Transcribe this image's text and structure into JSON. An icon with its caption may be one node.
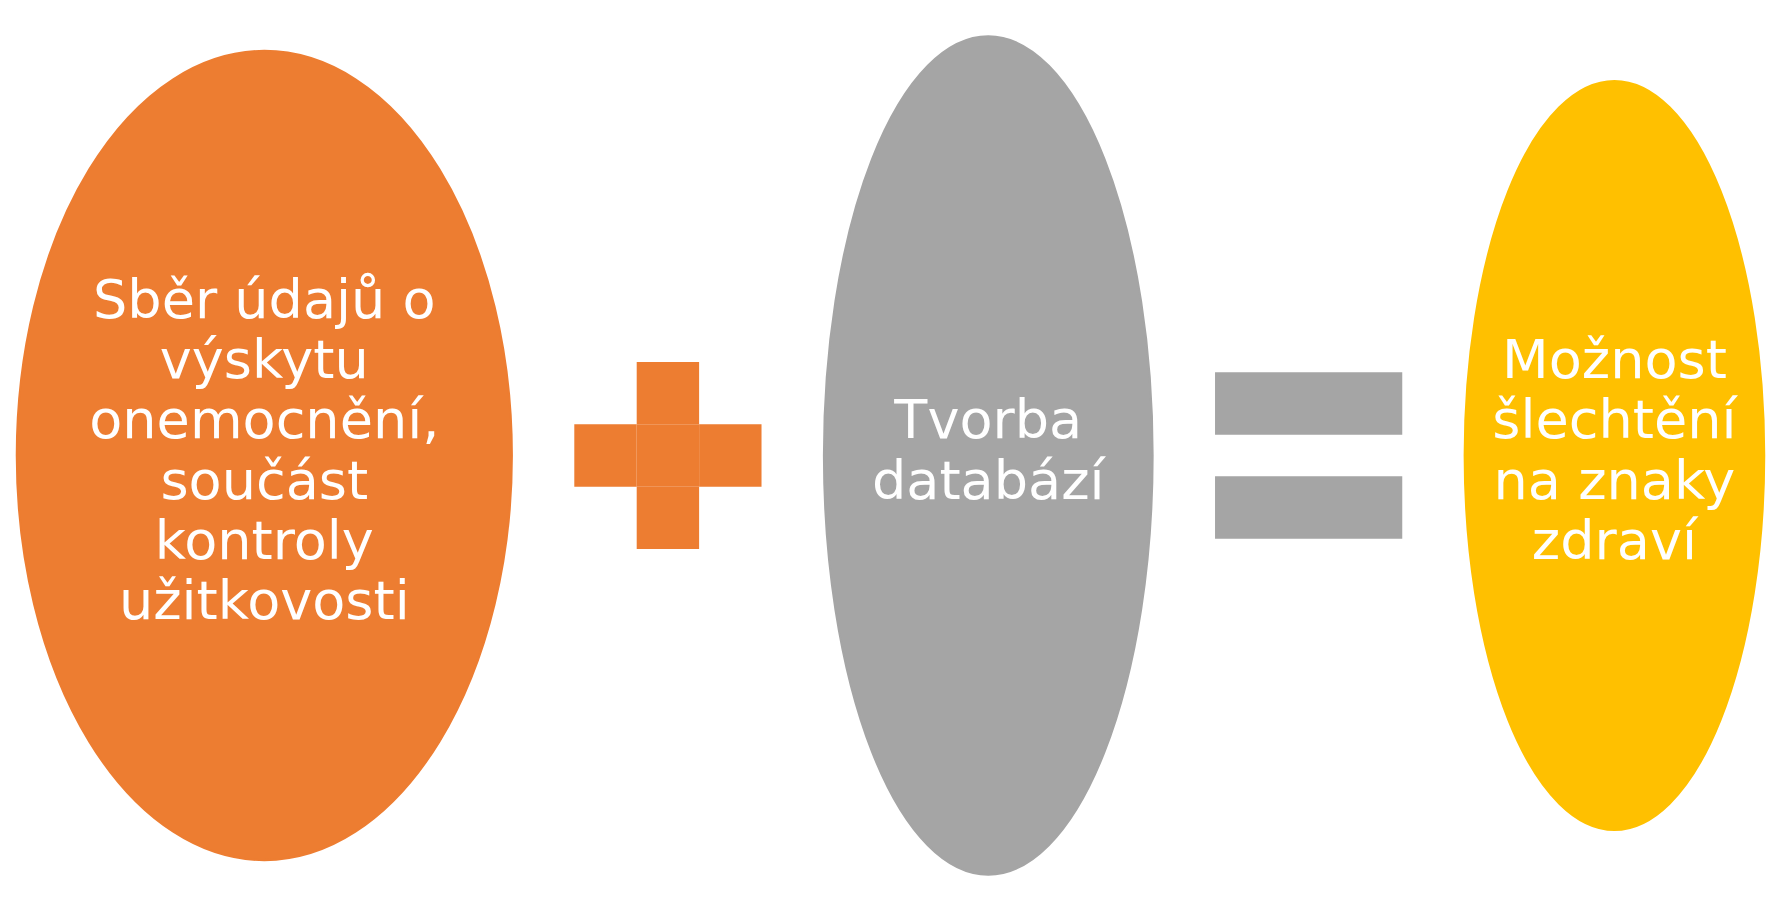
{
  "diagram": {
    "nodes": [
      {
        "text": [
          "Sběr údajů o výskytu onemocnění, součást kontroly užitkovosti"
        ]
      },
      {
        "text": [],
        "shape": "plus"
      },
      {
        "text": [
          "Tvorba databází"
        ]
      },
      {
        "text": [],
        "shape": "equals"
      },
      {
        "text": [
          "Možnost šlechtění na znaky zdraví"
        ]
      }
    ],
    "edges": []
  }
}
